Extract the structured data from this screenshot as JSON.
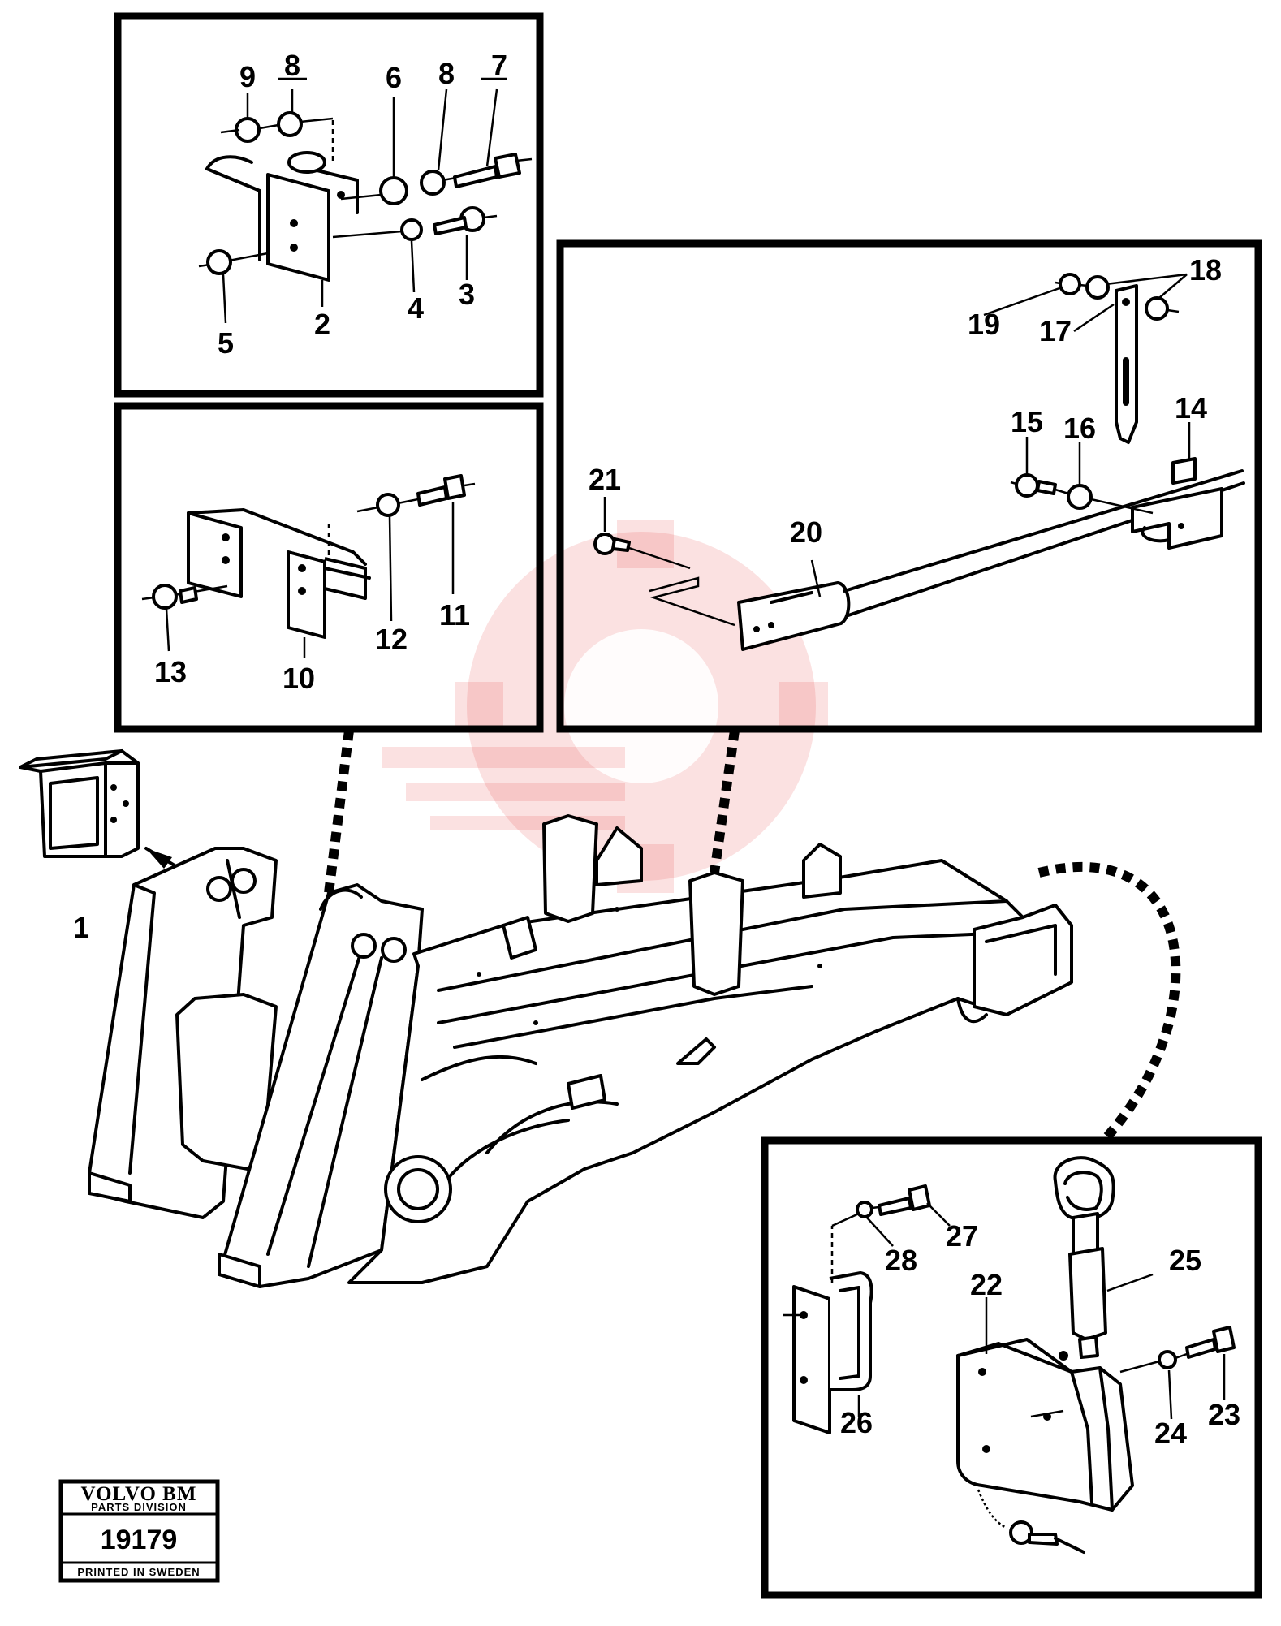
{
  "callouts": {
    "c1": "1",
    "c2": "2",
    "c3": "3",
    "c4": "4",
    "c5": "5",
    "c6": "6",
    "c7": "7",
    "c8a": "8",
    "c8b": "8",
    "c9": "9",
    "c10": "10",
    "c11": "11",
    "c12": "12",
    "c13": "13",
    "c14": "14",
    "c15": "15",
    "c16": "16",
    "c17": "17",
    "c18": "18",
    "c19": "19",
    "c20": "20",
    "c21": "21",
    "c22": "22",
    "c23": "23",
    "c24": "24",
    "c25": "25",
    "c26": "26",
    "c27": "27",
    "c28": "28"
  },
  "logo": {
    "brand": "VOLVO BM",
    "division": "PARTS DIVISION",
    "drawing_number": "19179",
    "printed": "PRINTED IN SWEDEN"
  }
}
